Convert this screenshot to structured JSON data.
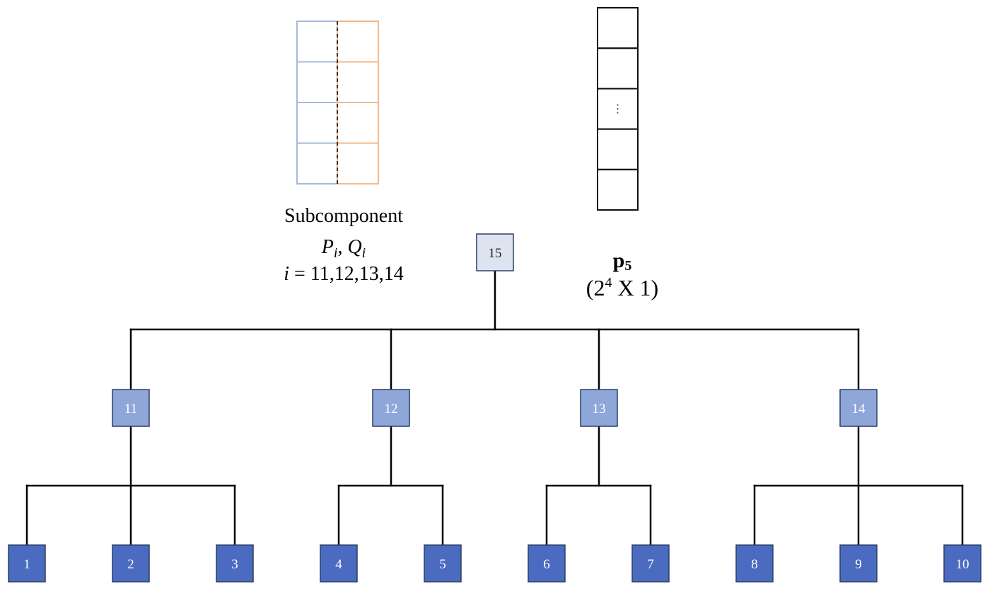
{
  "subcomponent": {
    "title": "Subcomponent",
    "vars": {
      "p": "P",
      "p_sub": "i",
      "sep": ", ",
      "q": "Q",
      "q_sub": "i"
    },
    "index": {
      "var": "i",
      "eq": " = 11,12,13,14"
    },
    "rows": 4,
    "left_color": "#a9b8dc",
    "right_color": "#f0b98b"
  },
  "vector": {
    "label": "p",
    "label_sub": "5",
    "dims_open": "(2",
    "dims_exp": "4",
    "dims_close": " X 1)",
    "cells": [
      "",
      "",
      "⋮",
      "",
      ""
    ]
  },
  "tree": {
    "root": {
      "id": "15",
      "fill": "#dde3f1",
      "text_color": "#222222"
    },
    "mid": {
      "fill": "#8fa7d8",
      "text_color": "#ffffff",
      "nodes": [
        {
          "id": "11",
          "children": [
            "1",
            "2",
            "3"
          ]
        },
        {
          "id": "12",
          "children": [
            "4",
            "5"
          ]
        },
        {
          "id": "13",
          "children": [
            "6",
            "7"
          ]
        },
        {
          "id": "14",
          "children": [
            "8",
            "9",
            "10"
          ]
        }
      ]
    },
    "leaf": {
      "fill": "#4a6bbf",
      "text_color": "#ffffff"
    }
  }
}
